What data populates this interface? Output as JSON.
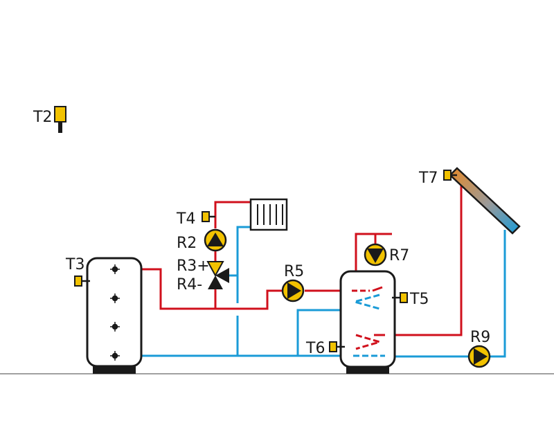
{
  "labels": {
    "t2": "T2",
    "t3": "T3",
    "t4": "T4",
    "t5": "T5",
    "t6": "T6",
    "t7": "T7",
    "r2": "R2",
    "r3": "R3+",
    "r4": "R4-",
    "r5": "R5",
    "r7": "R7",
    "r9": "R9"
  },
  "colors": {
    "hot_pipe": "#d0101c",
    "cold_pipe": "#1a9bd7",
    "sensor": "#f2c200",
    "pump": "#f2c200",
    "outline": "#1a1a1a",
    "collector_top": "#e58a2a",
    "collector_bottom": "#1a9bd7",
    "ground": "#a0a0a0"
  },
  "icons": {
    "pump": "circulation-pump-icon",
    "sensor": "temperature-sensor-icon",
    "valve": "three-way-mixing-valve-icon",
    "radiator": "radiator-icon",
    "collector": "solar-collector-icon",
    "tank": "storage-tank-icon"
  }
}
